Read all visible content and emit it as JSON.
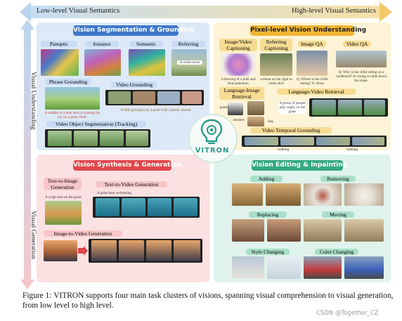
{
  "header": {
    "left_label": "Low-level Visual Semantics",
    "right_label": "High-level Visual Semantics"
  },
  "side": {
    "top_label": "Visual Understanding",
    "bottom_label": "Visual Generation"
  },
  "quadrants": {
    "seg": {
      "title": "Vision Segmentation & Grounding",
      "items": [
        "Panoptic",
        "Instance",
        "Semantic",
        "Referring",
        "Phrase Grounding",
        "Video Grounding",
        "Video Object Segmentation (Tracking)"
      ],
      "captions": {
        "referring": "A white horse",
        "phrase": "A toddler in a blue shirt is chasing his toy on a green field.",
        "video": "A little girl plays by a pond with a plastic shovel."
      }
    },
    "pixel": {
      "title": "Pixel-level Vision Understanding",
      "items": [
        "Image/Video Captioning",
        "Referring Captioning",
        "Image QA",
        "Video QA",
        "Language-Image Retrieval",
        "Language-Video Retrieval",
        "Video Temporal Grounding"
      ],
      "captions": {
        "imgcap": "a drawing of a pink and blue pokemon",
        "refcap": "woman on the right in white shirt",
        "imgqa": "Q: Where is the child sitting? A: Arms",
        "vidqa": "Q: Why is the child sitting on a cardboard? A: trying to slide down the slope.",
        "panda": "panda",
        "monkey": "monkey",
        "dog": "dog",
        "lvr": "A group of people play rugby on the grass",
        "walking": "walking",
        "running": "running"
      }
    },
    "synth": {
      "title": "Vision Synthesis & Generation",
      "items": [
        "Text-to-Image Generation",
        "Text-to-Video Generation",
        "Image-to-Video Generation"
      ],
      "captions": {
        "t2i": "A corgi runs on the grass",
        "t2v": "A polar bear swimming"
      }
    },
    "edit": {
      "title": "Vision Editing & Inpainting",
      "items": [
        "Adding",
        "Removing",
        "Replacing",
        "Moving",
        "Style Changing",
        "Color Changing"
      ]
    }
  },
  "logo": {
    "text": "VITRON"
  },
  "figure_caption": {
    "label": "Figure 1:",
    "brand": "VITRON",
    "text": "supports four main task clusters of visions, spanning visual comprehension to visual generation, from low level to high level."
  },
  "watermark": "CSDN @Together_CZ",
  "colors": {
    "seg_bg": "#dde9f7",
    "pixel_bg": "#fdf3d6",
    "synth_bg": "#fbe1e2",
    "edit_bg": "#dff3ec",
    "seg_pill": "#3f78c8",
    "pixel_pill": "#f0b531",
    "synth_pill": "#e0474c",
    "edit_pill": "#35a97f",
    "logo": "#2b9a86"
  }
}
